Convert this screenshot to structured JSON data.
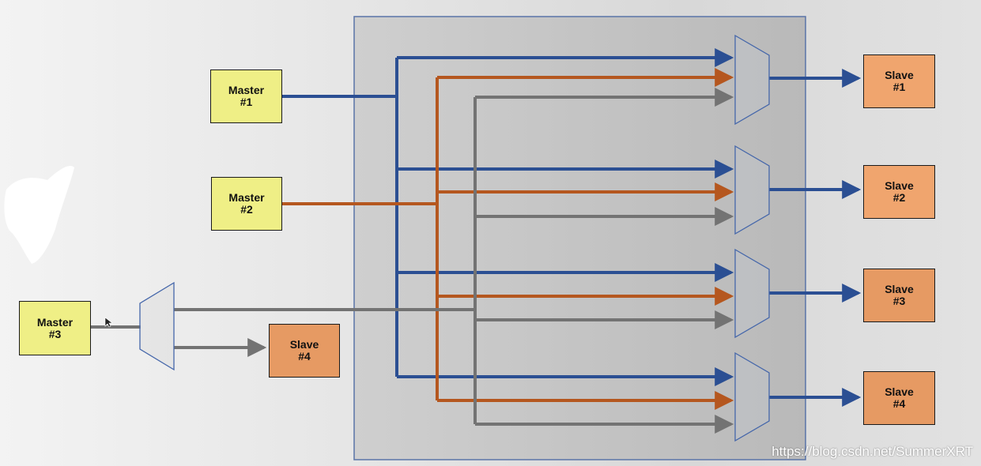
{
  "masters": [
    {
      "label": "Master",
      "num": "#1"
    },
    {
      "label": "Master",
      "num": "#2"
    },
    {
      "label": "Master",
      "num": "#3"
    }
  ],
  "slaves": [
    {
      "label": "Slave",
      "num": "#1"
    },
    {
      "label": "Slave",
      "num": "#2"
    },
    {
      "label": "Slave",
      "num": "#3"
    },
    {
      "label": "Slave",
      "num": "#4"
    }
  ],
  "local_slave": {
    "label": "Slave",
    "num": "#4"
  },
  "watermark": "https://blog.csdn.net/SummerXRT",
  "colors": {
    "master1_line": "#2b4f93",
    "master2_line": "#b5571f",
    "master3_line": "#737373",
    "master_fill": "#efef86",
    "slave_fill": "#e69a63",
    "interconnect_fill": "#c2c2c2",
    "interconnect_border": "#5a74a8",
    "mux_border": "#4466aa"
  }
}
